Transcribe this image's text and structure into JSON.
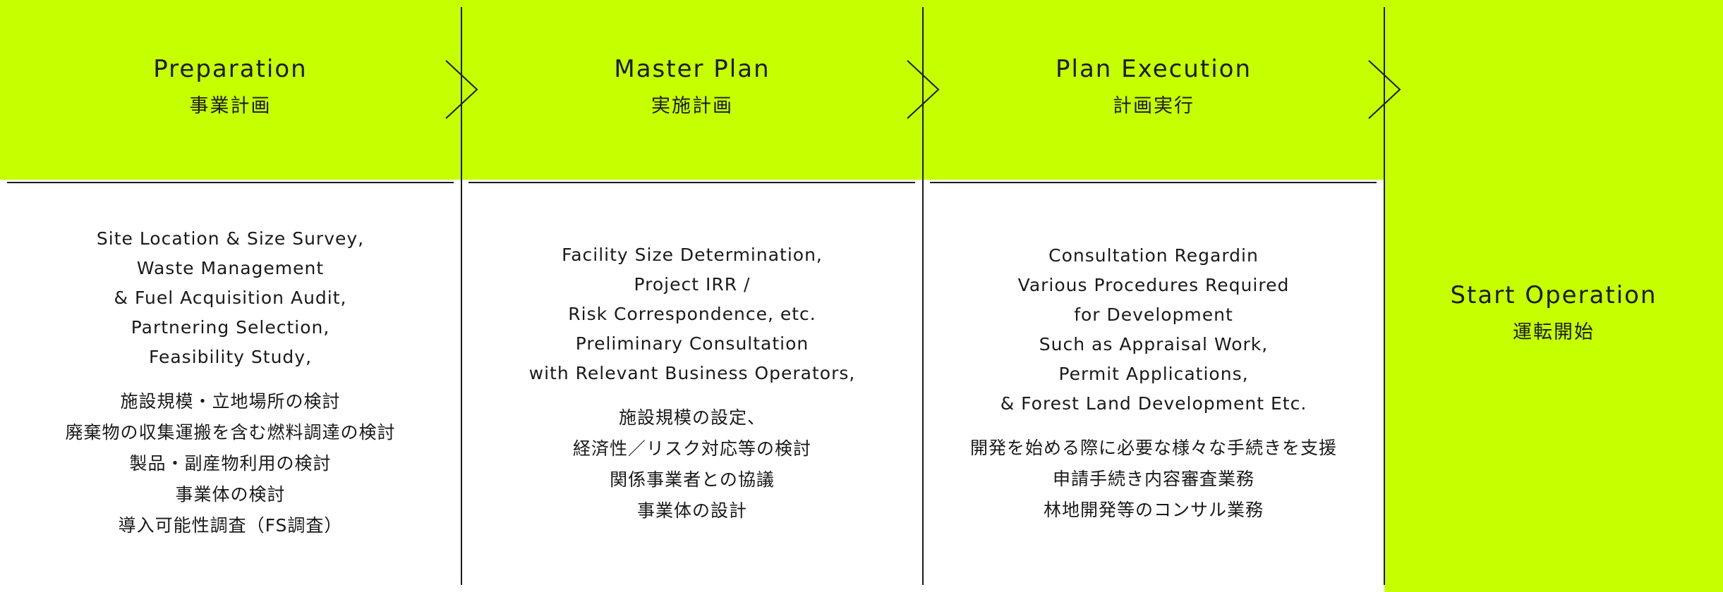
{
  "steps": [
    {
      "title_en": "Preparation",
      "title_jp": "事業計画",
      "details_en": [
        "Site Location & Size Survey,",
        "Waste Management",
        "& Fuel Acquisition Audit,",
        "Partnering Selection,",
        "Feasibility Study,"
      ],
      "details_jp": [
        "施設規模・立地場所の検討",
        "廃棄物の収集運搬を含む燃料調達の検討",
        "製品・副産物利用の検討",
        "事業体の検討",
        "導入可能性調査（FS調査）"
      ]
    },
    {
      "title_en": "Master Plan",
      "title_jp": "実施計画",
      "details_en": [
        "Facility Size Determination,",
        "Project IRR /",
        "Risk Correspondence, etc.",
        "Preliminary Consultation",
        "with Relevant Business Operators,"
      ],
      "details_jp": [
        "施設規模の設定、",
        "経済性／リスク対応等の検討",
        "関係事業者との協議",
        "事業体の設計"
      ]
    },
    {
      "title_en": "Plan Execution",
      "title_jp": "計画実行",
      "details_en": [
        "Consultation Regardin",
        "Various Procedures Required",
        "for Development",
        "Such as Appraisal Work,",
        "Permit Applications,",
        "& Forest Land Development Etc."
      ],
      "details_jp": [
        "開発を始める際に必要な様々な手続きを支援",
        "申請手続き内容審査業務",
        "林地開発等のコンサル業務"
      ]
    }
  ],
  "final_step": {
    "title_en": "Start Operation",
    "title_jp": "運転開始"
  },
  "colors": {
    "accent": "#c6ff00",
    "line": "#1a1a1a",
    "background": "#ffffff"
  },
  "icons": [
    "chevron-right-icon"
  ]
}
